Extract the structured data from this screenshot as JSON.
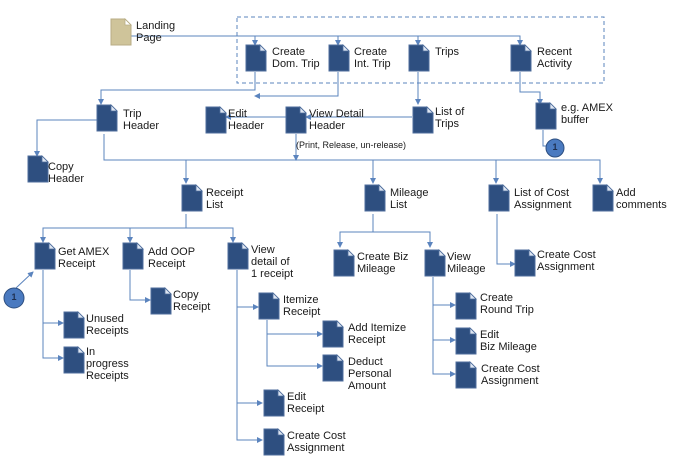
{
  "nodes": {
    "landing": {
      "label": "Landing\nPage",
      "color": "#cfc49a"
    },
    "create_dom": {
      "label": "Create\nDom. Trip"
    },
    "create_int": {
      "label": "Create\nInt. Trip"
    },
    "trips": {
      "label": "Trips"
    },
    "recent": {
      "label": "Recent\nActivity"
    },
    "trip_header": {
      "label": "Trip\nHeader"
    },
    "edit_header": {
      "label": "Edit\nHeader"
    },
    "view_detail": {
      "label": "View Detail\nHeader"
    },
    "list_trips": {
      "label": "List of\nTrips"
    },
    "amex_buffer": {
      "label": "e.g. AMEX\nbuffer"
    },
    "copy_header": {
      "label": "Copy\nHeader"
    },
    "receipt_list": {
      "label": "Receipt\nList"
    },
    "mileage_list": {
      "label": "Mileage\nList"
    },
    "cost_list": {
      "label": "List of Cost\nAssignment"
    },
    "add_comments": {
      "label": "Add\ncomments"
    },
    "get_amex": {
      "label": "Get AMEX\nReceipt"
    },
    "add_oop": {
      "label": "Add OOP\nReceipt"
    },
    "view_receipt": {
      "label": "View\ndetail of\n1 receipt"
    },
    "create_biz": {
      "label": "Create Biz\nMileage"
    },
    "view_mileage": {
      "label": "View\nMileage"
    },
    "create_cost": {
      "label": "Create Cost\nAssignment"
    },
    "copy_receipt": {
      "label": "Copy\nReceipt"
    },
    "itemize": {
      "label": "Itemize\nReceipt"
    },
    "create_round": {
      "label": "Create\nRound Trip"
    },
    "unused": {
      "label": "Unused\nReceipts"
    },
    "in_progress": {
      "label": "In\nprogress\nReceipts"
    },
    "add_itemize": {
      "label": "Add Itemize\nReceipt"
    },
    "edit_biz": {
      "label": "Edit\nBiz Mileage"
    },
    "deduct": {
      "label": "Deduct\nPersonal\nAmount"
    },
    "create_cost_m": {
      "label": "Create Cost\nAssignment"
    },
    "edit_receipt": {
      "label": "Edit\nReceipt"
    },
    "create_cost_r": {
      "label": "Create Cost\nAssignment"
    }
  },
  "view_detail_note": "(Print, Release, un-release)",
  "connector_label": "1",
  "colors": {
    "doc": "#2e4f80",
    "doc_edge": "#4f6e9c",
    "line": "#5b84be",
    "dash": "#5b84be",
    "circle": "#4a7ac0"
  }
}
